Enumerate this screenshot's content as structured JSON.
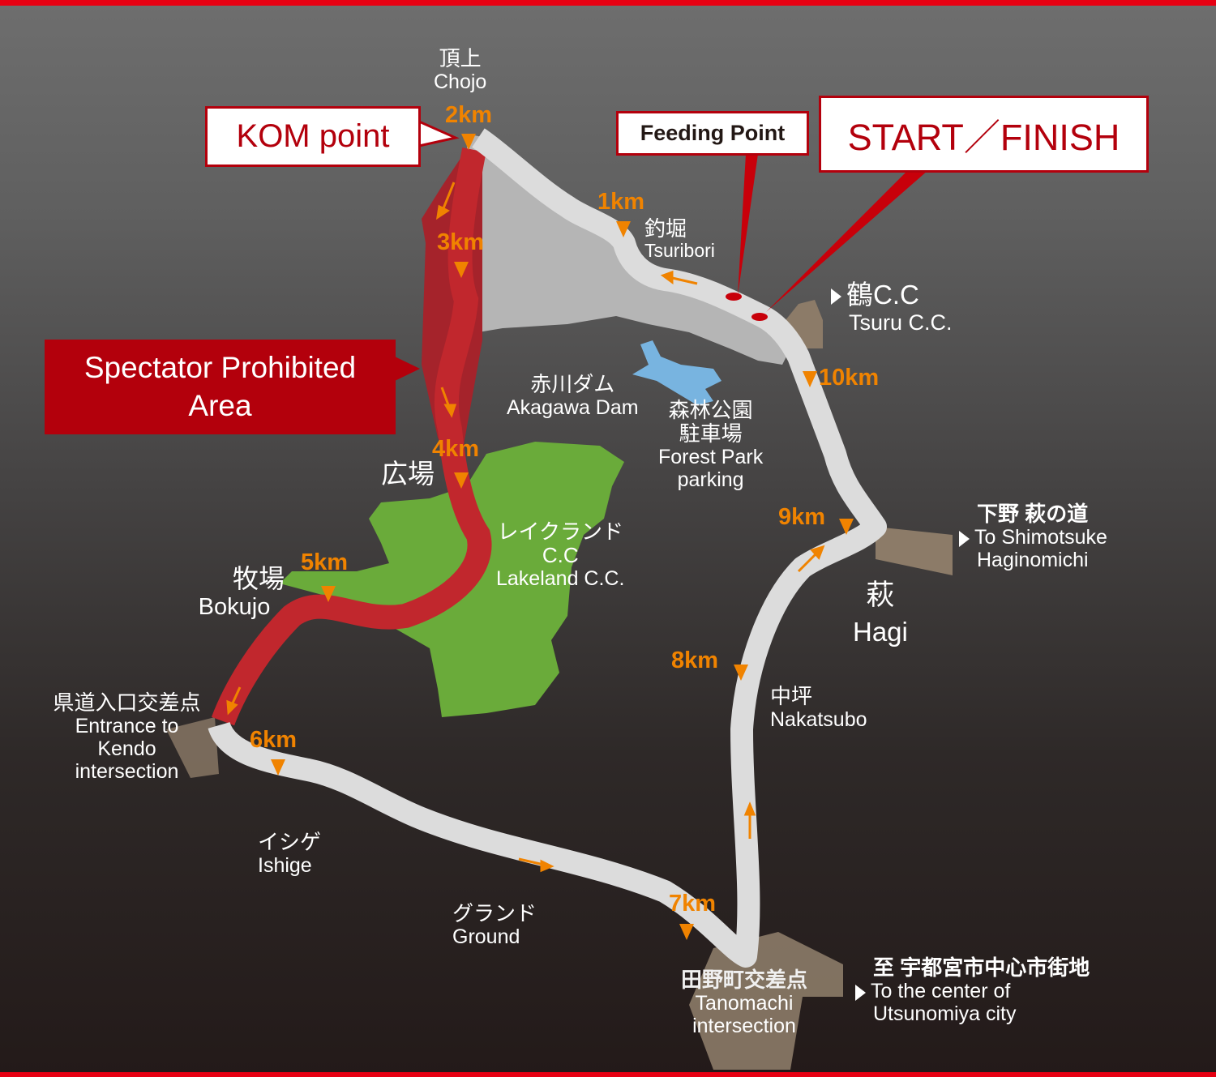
{
  "colors": {
    "accent_red": "#e60012",
    "callout_red": "#b3000c",
    "km_orange": "#f08300",
    "road_gray": "#d9d9d9",
    "prohibited_road_red": "#c1272d",
    "park_green": "#6aab3a",
    "dam_blue": "#78b4e0",
    "side_road_brown": "#8c7b68"
  },
  "callouts": {
    "kom": "KOM point",
    "feeding": "Feeding Point",
    "start_finish": "START／FINISH",
    "prohibited_line1": "Spectator Prohibited",
    "prohibited_line2": "Area"
  },
  "km_markers": [
    {
      "label": "1km"
    },
    {
      "label": "2km"
    },
    {
      "label": "3km"
    },
    {
      "label": "4km"
    },
    {
      "label": "5km"
    },
    {
      "label": "6km"
    },
    {
      "label": "7km"
    },
    {
      "label": "8km"
    },
    {
      "label": "9km"
    },
    {
      "label": "10km"
    }
  ],
  "places": {
    "chojo": {
      "jp": "頂上",
      "en": "Chojo"
    },
    "tsuribori": {
      "jp": "釣堀",
      "en": "Tsuribori"
    },
    "tsuru_cc": {
      "jp": "鶴C.C",
      "en": "Tsuru C.C."
    },
    "akagawa_dam": {
      "jp": "赤川ダム",
      "en": "Akagawa Dam"
    },
    "forest_park": {
      "jp1": "森林公園",
      "jp2": "駐車場",
      "en1": "Forest Park",
      "en2": "parking"
    },
    "hiroba": {
      "jp": "広場"
    },
    "lakeland_cc": {
      "jp1": "レイクランド",
      "jp2": "C.C",
      "en": "Lakeland C.C."
    },
    "bokujo": {
      "jp": "牧場",
      "en": "Bokujo"
    },
    "kendo_entrance": {
      "jp": "県道入口交差点",
      "en1": "Entrance to",
      "en2": "Kendo",
      "en3": "intersection"
    },
    "ishige": {
      "jp": "イシゲ",
      "en": "Ishige"
    },
    "ground": {
      "jp": "グランド",
      "en": "Ground"
    },
    "tanomachi": {
      "jp": "田野町交差点",
      "en1": "Tanomachi",
      "en2": "intersection"
    },
    "utsunomiya": {
      "jp": "至 宇都宮市中心市街地",
      "en1": "To the center of",
      "en2": "Utsunomiya city"
    },
    "nakatsubo": {
      "jp": "中坪",
      "en": "Nakatsubo"
    },
    "hagi": {
      "jp": "萩",
      "en": "Hagi"
    },
    "shimotsuke": {
      "jp": "下野 萩の道",
      "en1": "To Shimotsuke",
      "en2": "Haginomichi"
    }
  }
}
